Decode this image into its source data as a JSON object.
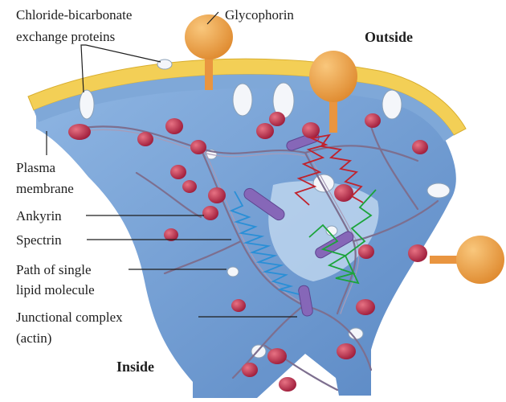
{
  "labels": {
    "chloride_line1": "Chloride-bicarbonate",
    "chloride_line2": "exchange proteins",
    "glycophorin": "Glycophorin",
    "outside": "Outside",
    "plasma_line1": "Plasma",
    "plasma_line2": "membrane",
    "ankyrin": "Ankyrin",
    "spectrin": "Spectrin",
    "path_line1": "Path of single",
    "path_line2": "lipid molecule",
    "junctional_line1": "Junctional complex",
    "junctional_line2": "(actin)",
    "inside": "Inside"
  },
  "colors": {
    "cytoskeleton_blue": "#6d9bd3",
    "membrane_yellow": "#f3cf56",
    "glycophorin_orange": "#eda24b",
    "ankyrin_red": "#b32a45",
    "spectrin_purple": "#8667b8",
    "path_red": "#c0222c",
    "path_blue": "#2a8fd6",
    "path_green": "#1ba43a"
  }
}
